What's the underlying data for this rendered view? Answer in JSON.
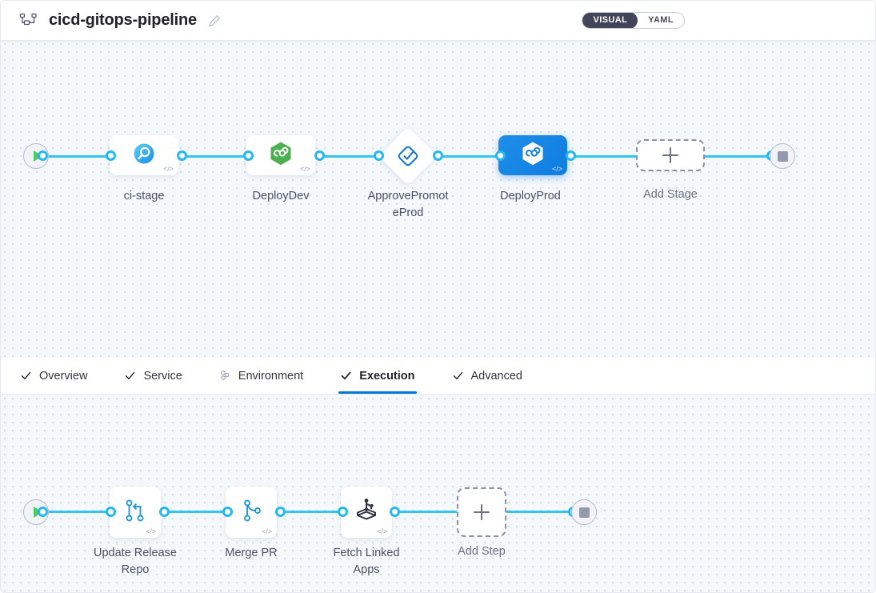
{
  "header": {
    "icon": "pipeline-graph-icon",
    "title": "cicd-gitops-pipeline",
    "edit_icon": "pencil-icon",
    "view_toggle": {
      "visual_label": "VISUAL",
      "yaml_label": "YAML",
      "active": "VISUAL"
    }
  },
  "tabs": [
    {
      "label": "Overview",
      "icon": "check-icon",
      "active": false
    },
    {
      "label": "Service",
      "icon": "check-icon",
      "active": false
    },
    {
      "label": "Environment",
      "icon": "hexagon-cluster-icon",
      "active": false
    },
    {
      "label": "Execution",
      "icon": "check-icon",
      "active": true
    },
    {
      "label": "Advanced",
      "icon": "check-icon",
      "active": false
    }
  ],
  "stage_canvas": {
    "start_icon": "play-icon",
    "end_icon": "stop-icon",
    "stages": [
      {
        "label": "ci-stage",
        "icon": "ci-build-magnifier-icon",
        "shape": "card",
        "selected": false,
        "code_badge": "</>"
      },
      {
        "label": "DeployDev",
        "icon": "gitops-hexagon-icon",
        "shape": "card",
        "selected": false,
        "code_badge": "</>"
      },
      {
        "label": "ApprovePromotePro d",
        "icon": "approval-check-icon",
        "shape": "diamond",
        "selected": false,
        "code_badge": ""
      },
      {
        "label": "DeployProd",
        "icon": "gitops-hexagon-icon",
        "shape": "card",
        "selected": true,
        "code_badge": "</>"
      }
    ],
    "stage_labels": [
      "ci-stage",
      "DeployDev",
      "ApprovePromot eProd",
      "DeployProd"
    ],
    "approve_label_line1": "ApprovePromot",
    "approve_label_line2": "eProd",
    "add_stage_label": "Add Stage",
    "add_icon": "plus-icon"
  },
  "step_canvas": {
    "start_icon": "play-icon",
    "end_icon": "stop-icon",
    "steps": [
      {
        "label_line1": "Update Release",
        "label_line2": "Repo",
        "icon": "git-merge-icon",
        "code_badge": "</>"
      },
      {
        "label_line1": "Merge PR",
        "label_line2": "",
        "icon": "git-branch-icon",
        "code_badge": "</>"
      },
      {
        "label_line1": "Fetch Linked",
        "label_line2": "Apps",
        "icon": "linked-apps-cube-icon",
        "code_badge": "</>"
      }
    ],
    "add_step_label": "Add Step",
    "add_icon": "plus-icon"
  },
  "colors": {
    "accent_blue": "#0278d5",
    "edge_blue": "#33c5f3",
    "selected_node": "#0f7ce0",
    "gitops_green": "#4caf50",
    "canvas_bg": "#f4f8fb",
    "toggle_active_bg": "#43435a"
  }
}
